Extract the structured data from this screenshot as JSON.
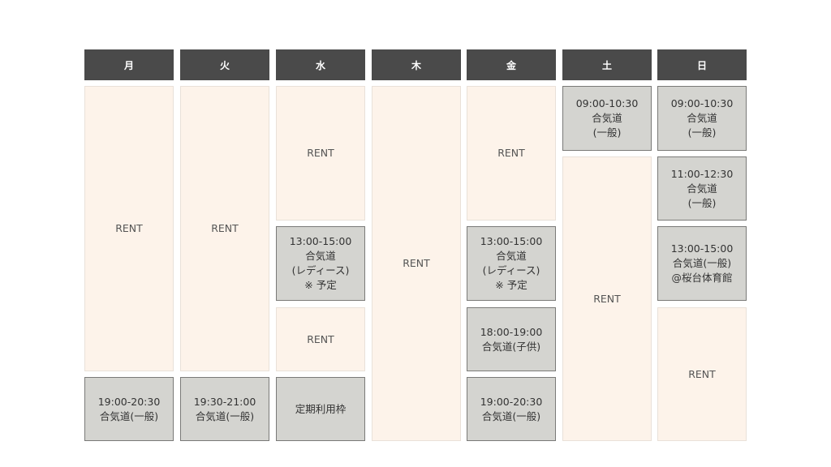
{
  "days": [
    "月",
    "火",
    "水",
    "木",
    "金",
    "土",
    "日"
  ],
  "rent": "RENT",
  "slots": {
    "mon_evening": "19:00-20:30\n合気道(一般)",
    "tue_evening": "19:30-21:00\n合気道(一般)",
    "wed_ladies": "13:00-15:00\n合気道\n(レディース)\n※ 予定",
    "wed_evening": "定期利用枠",
    "fri_ladies": "13:00-15:00\n合気道\n(レディース)\n※ 予定",
    "fri_kids": "18:00-19:00\n合気道(子供)",
    "fri_evening": "19:00-20:30\n合気道(一般)",
    "sat_morning": "09:00-10:30\n合気道\n(一般)",
    "sun_morning": "09:00-10:30\n合気道\n(一般)",
    "sun_late_morning": "11:00-12:30\n合気道\n(一般)",
    "sun_afternoon": "13:00-15:00\n合気道(一般)\n@桜台体育館"
  }
}
